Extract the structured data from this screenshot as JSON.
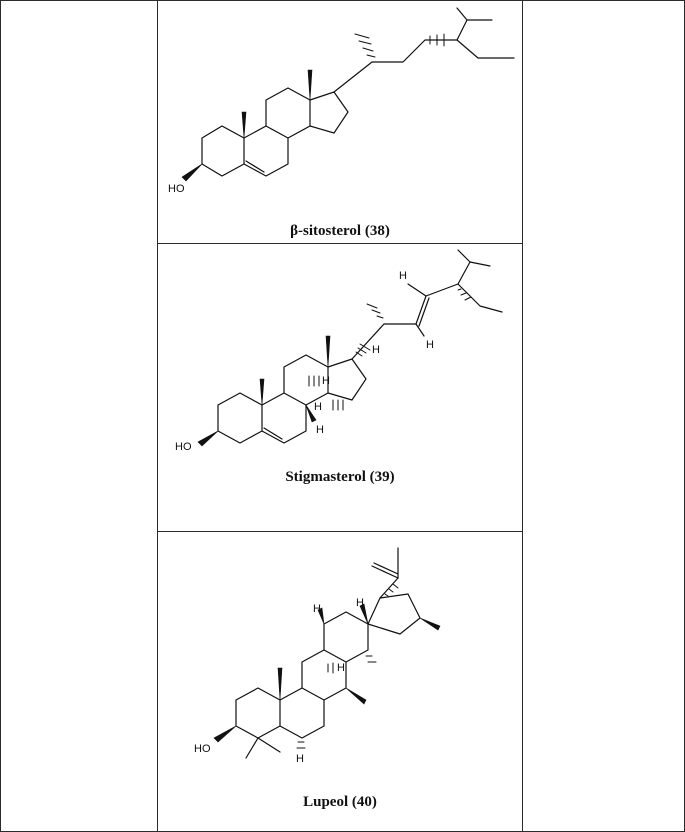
{
  "compounds": [
    {
      "id": "38",
      "caption": "β-sitosterol (38)",
      "labels": {
        "oh": "HO"
      }
    },
    {
      "id": "39",
      "caption": "Stigmasterol (39)",
      "labels": {
        "oh": "HO",
        "h": "H"
      }
    },
    {
      "id": "40",
      "caption": "Lupeol (40)",
      "labels": {
        "oh": "HO",
        "h": "H"
      }
    }
  ]
}
